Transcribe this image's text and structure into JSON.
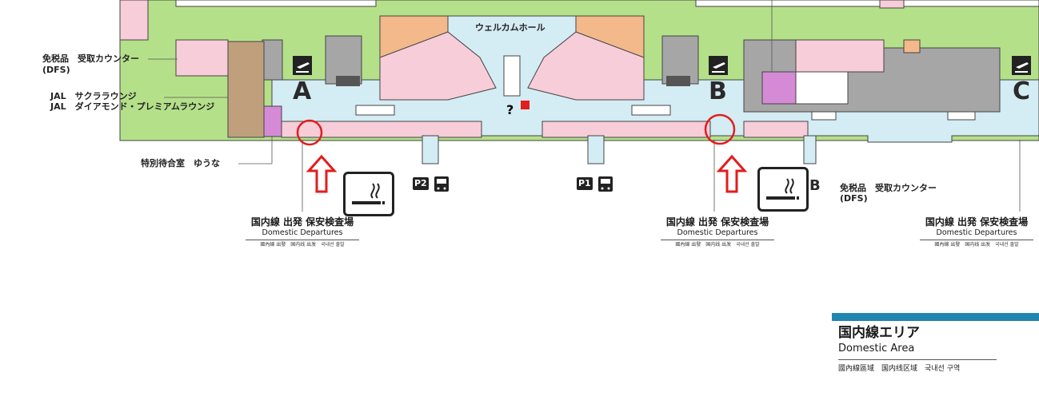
{
  "colors": {
    "terminal_green": "#b5e08a",
    "concourse_blue": "#d4ecf3",
    "shop_pink": "#f6cdd8",
    "food_orange": "#f3b98a",
    "office_gray": "#a6a6a6",
    "lounge_brown": "#c0a07c",
    "highlight_red": "#e11d1d",
    "area_band_blue": "#1f86b0",
    "lounge_purple": "#d58ad6"
  },
  "labels": {
    "duty_free_left": "免税品　受取カウンター",
    "duty_free_left_en": "(DFS)",
    "jal_sakura": "JAL　サクララウンジ",
    "jal_diamond": "JAL　ダイアモンド・プレミアムラウンジ",
    "special_waiting": "特別待合室　ゆうな",
    "welcome_hall": "ウェルカムホール",
    "duty_free_right": "免税品　受取カウンター",
    "duty_free_right_en": "(DFS)"
  },
  "gates": {
    "a": "A",
    "b": "B",
    "c": "C",
    "b_partial": "B"
  },
  "parking": {
    "p2": "P2",
    "p1": "P1"
  },
  "security": [
    {
      "jp": "国内線 出発 保安検査場",
      "en": "Domestic Departures",
      "ml": "國內線 出發　国内线 出发　국내선 출발"
    },
    {
      "jp": "国内線 出発 保安検査場",
      "en": "Domestic Departures",
      "ml": "國內線 出發　国内线 出发　국내선 출발"
    },
    {
      "jp": "国内線 出発 保安検査場",
      "en": "Domestic Departures",
      "ml": "國內線 出發　国内线 出发　국내선 출발"
    }
  ],
  "area": {
    "jp": "国内線エリア",
    "en": "Domestic Area",
    "ml": "國內線區域　国内线区域　국내선 구역"
  },
  "icons": {
    "smoking_legend": "smoking-room-icon",
    "highlight_arrow": "red-up-arrow-icon",
    "highlight_circle": "red-circle-highlight",
    "departure": "departure-plane-icon",
    "bus": "bus-icon",
    "info": "information-icon",
    "escalator": "escalator-icon",
    "restroom": "restroom-icon",
    "restaurant": "restaurant-icon"
  }
}
